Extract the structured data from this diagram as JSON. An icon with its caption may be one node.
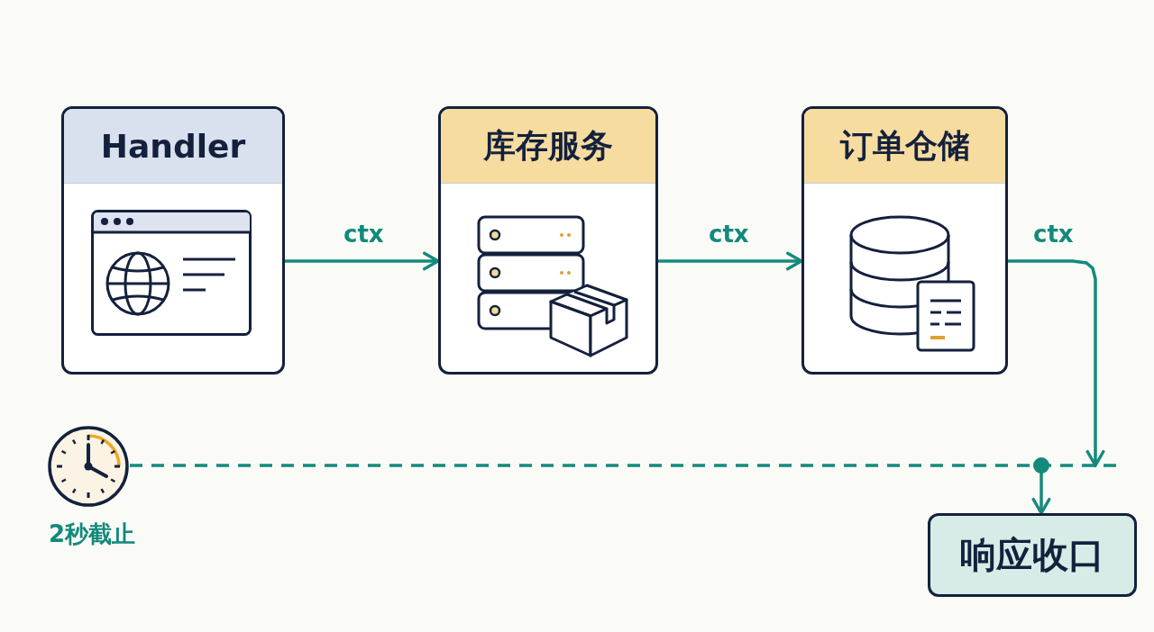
{
  "diagram": {
    "nodes": [
      {
        "text": [
          "Handler"
        ]
      },
      {
        "text": [
          "库存服务"
        ]
      },
      {
        "text": [
          "订单仓储"
        ]
      },
      {
        "text": [],
        "shape": "picture",
        "beside": [
          "2秒截止"
        ]
      },
      {
        "text": [
          "响应收口"
        ]
      }
    ],
    "edges": [
      {
        "from": 0,
        "to": 1,
        "arrow": "to",
        "label": "ctx"
      },
      {
        "from": 1,
        "to": 2,
        "arrow": "to",
        "label": "ctx"
      },
      {
        "from": 2,
        "to": null,
        "arrow": "to",
        "label": "ctx"
      },
      {
        "from": 3,
        "to": null,
        "arrow": "none",
        "style": "dashed"
      },
      {
        "from": null,
        "to": 4,
        "arrow": "to"
      }
    ]
  }
}
